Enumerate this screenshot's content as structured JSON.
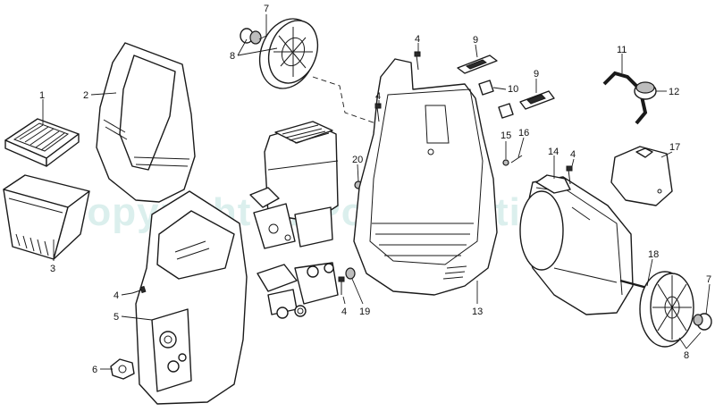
{
  "watermark": "© Copyright of Powermatic",
  "callouts": {
    "c1": "1",
    "c2": "2",
    "c3": "3",
    "c4a": "4",
    "c4b": "4",
    "c4c": "4",
    "c4d": "4",
    "c4e": "4",
    "c5": "5",
    "c6": "6",
    "c7a": "7",
    "c7b": "7",
    "c8a": "8",
    "c8b": "8",
    "c9a": "9",
    "c9b": "9",
    "c10": "10",
    "c11": "11",
    "c12": "12",
    "c13": "13",
    "c14": "14",
    "c15": "15",
    "c16": "16",
    "c17": "17",
    "c18": "18",
    "c19": "19",
    "c20": "20"
  },
  "colors": {
    "line": "#1a1a1a",
    "background": "#ffffff",
    "watermark": "#bfe3e0"
  }
}
